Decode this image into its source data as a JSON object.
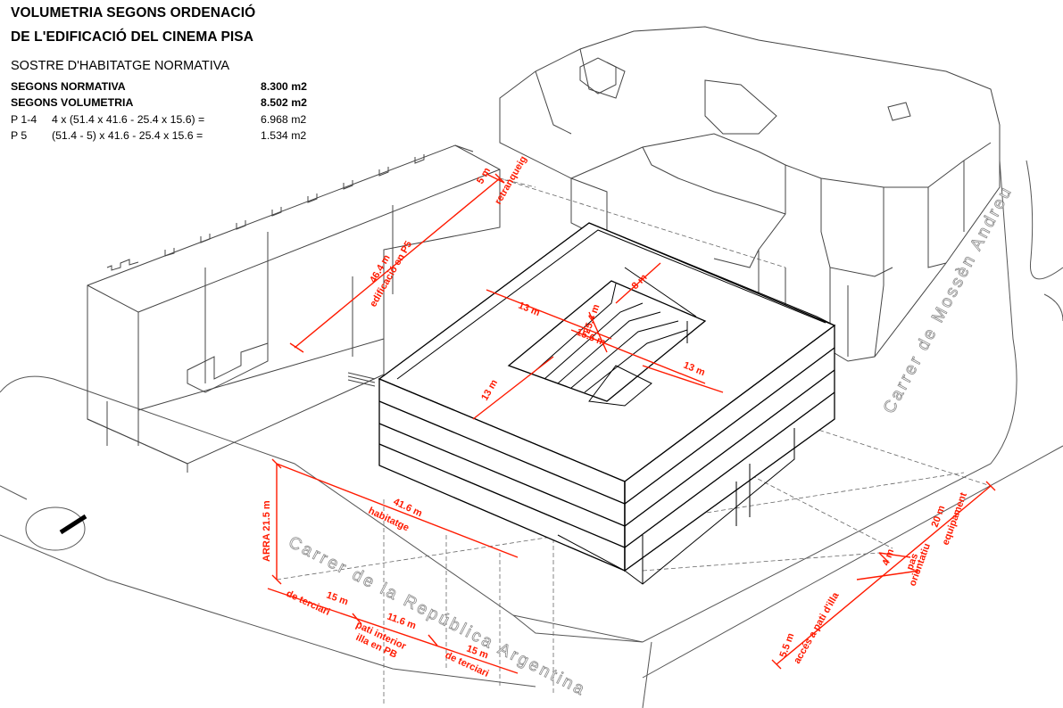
{
  "header": {
    "title_line1": "VOLUMETRIA SEGONS ORDENACIÓ",
    "title_line2": "DE L'EDIFICACIÓ DEL CINEMA PISA",
    "subtitle": "SOSTRE D'HABITATGE NORMATIVA",
    "rows": [
      {
        "label": "SEGONS NORMATIVA",
        "formula": "",
        "value": "8.300 m2",
        "bold": true
      },
      {
        "label": "SEGONS VOLUMETRIA",
        "formula": "",
        "value": "8.502 m2",
        "bold": true
      },
      {
        "label": "P 1-4",
        "formula": "4 x (51.4 x 41.6 - 25.4 x 15.6) =",
        "value": "6.968 m2",
        "bold": false
      },
      {
        "label": "P 5",
        "formula": "(51.4 - 5) x 41.6 - 25.4 x 15.6 =",
        "value": "1.534 m2",
        "bold": false
      }
    ]
  },
  "streets": {
    "mossen_andreu": "Carrer de Mossèn Andreu",
    "republica_argentina": "Carrer de la República Argentina"
  },
  "dimensions": {
    "retranqueig_value": "5 m",
    "retranqueig_label": "retranqueig",
    "edificacio_value": "46.4 m",
    "edificacio_label": "edificació en P5",
    "pati_width": "8 m",
    "pati_top": "13 m",
    "pati_inner_long": "25.4 m",
    "pati_inner_short": "15.6 m",
    "pati_right": "13 m",
    "pati_front": "13 m",
    "habitatge_value": "41.6 m",
    "habitatge_label": "habitatge",
    "altura": "ARRA 21.5 m",
    "terciari_1_value": "15 m",
    "terciari_1_label": "de terciari",
    "pati_interior_value": "11.6 m",
    "pati_interior_label_1": "pati interior",
    "pati_interior_label_2": "illa en PB",
    "terciari_2_value": "15 m",
    "terciari_2_label": "de terciari",
    "acces_value": "5.5 m",
    "acces_label": "accés a pati d'illa",
    "pas_value": "4 m",
    "pas_label_1": "pas",
    "pas_label_2": "orientatiu",
    "equipament_value": "20 m",
    "equipament_label": "equipament"
  },
  "colors": {
    "dimension": "#ff1a00",
    "linework": "#000000",
    "context": "#555555",
    "street_outline": "#8a8a8a"
  },
  "icons": {
    "north_arrow": "north-arrow-icon"
  }
}
